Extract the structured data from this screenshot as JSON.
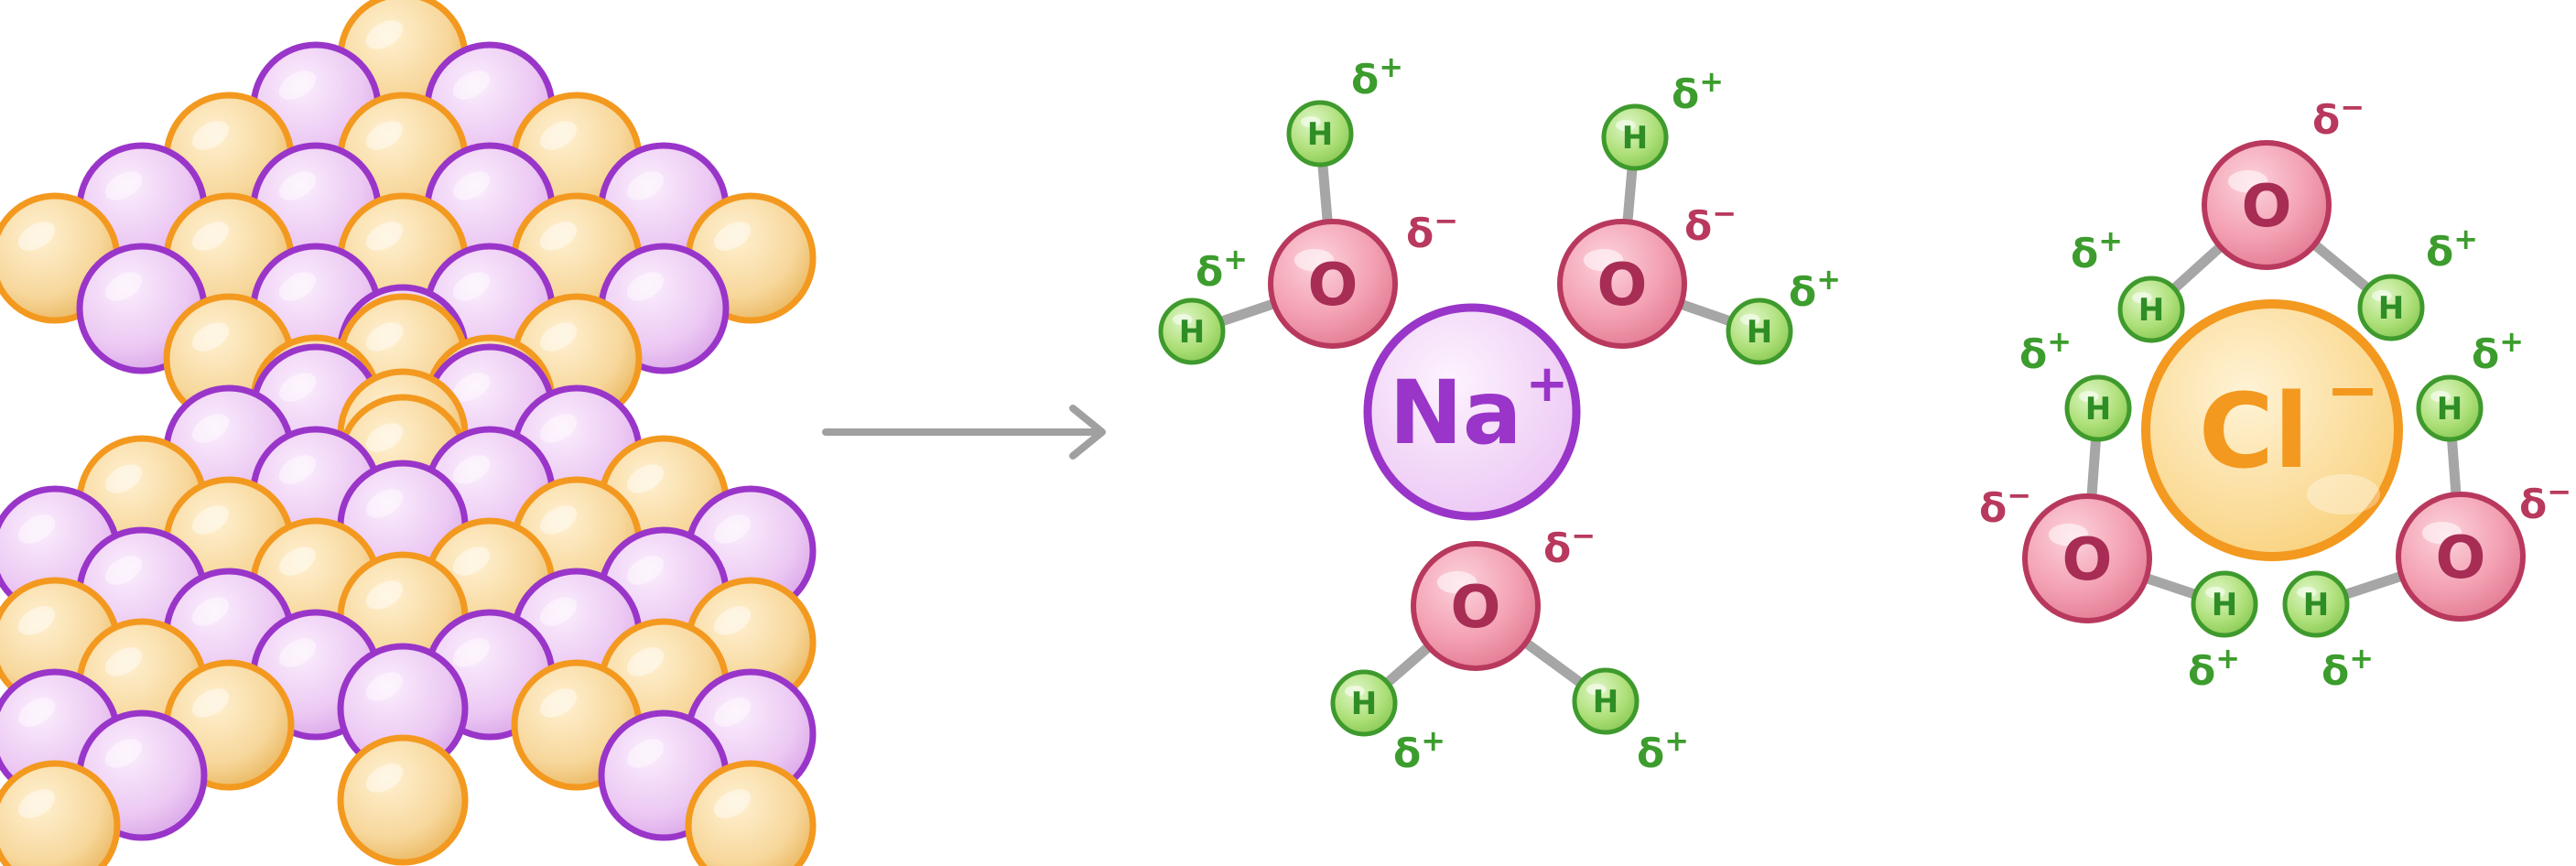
{
  "colors": {
    "sodium_fill": "#f1d2f5",
    "sodium_stroke": "#9a35c9",
    "chloride_fill": "#fbd890",
    "chloride_stroke": "#f3991f",
    "oxygen_fill": "#f39aac",
    "oxygen_stroke": "#b8395d",
    "oxygen_text": "#a72d55",
    "hydrogen_fill": "#a9de73",
    "hydrogen_stroke": "#3f9a2d",
    "hydrogen_text": "#2f8d25",
    "delta_plus": "#3c9c2d",
    "delta_minus": "#b8395d",
    "bond": "#a6a6a6",
    "arrow": "#a0a0a0"
  },
  "labels": {
    "oxygen": "O",
    "hydrogen": "H",
    "sodium_symbol": "Na",
    "sodium_charge": "+",
    "chloride_symbol": "Cl",
    "chloride_charge": "−",
    "delta_plus": "δ+",
    "delta_minus": "δ−"
  },
  "icons": {
    "crystal": "ionic-lattice-icon",
    "arrow": "right-arrow-icon"
  }
}
